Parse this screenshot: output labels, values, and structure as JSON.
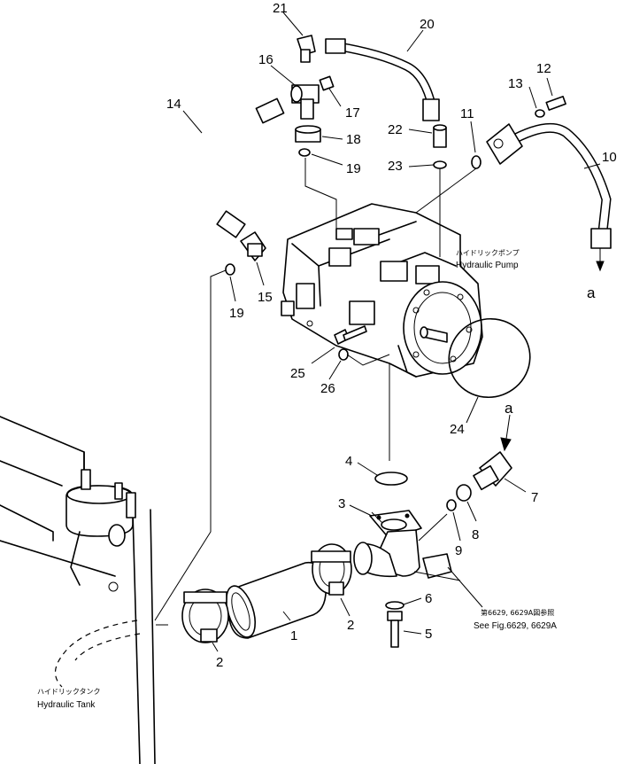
{
  "labels": {
    "pump_jp": "ハイドリックポンプ",
    "pump_en": "Hydraulic Pump",
    "tank_jp": "ハイドリックタンク",
    "tank_en": "Hydraulic Tank",
    "ref_jp": "第6629, 6629A図参照",
    "ref_en": "See Fig.6629, 6629A",
    "arrow_top": "a",
    "arrow_bottom": "a"
  },
  "callouts": {
    "p1": "1",
    "p2a": "2",
    "p2b": "2",
    "p3": "3",
    "p4": "4",
    "p5": "5",
    "p6": "6",
    "p7": "7",
    "p8": "8",
    "p9": "9",
    "p10": "10",
    "p11": "11",
    "p12": "12",
    "p13": "13",
    "p14": "14",
    "p15": "15",
    "p16": "16",
    "p17": "17",
    "p18": "18",
    "p19a": "19",
    "p19b": "19",
    "p20": "20",
    "p21": "21",
    "p22": "22",
    "p23": "23",
    "p24": "24",
    "p25": "25",
    "p26": "26"
  }
}
